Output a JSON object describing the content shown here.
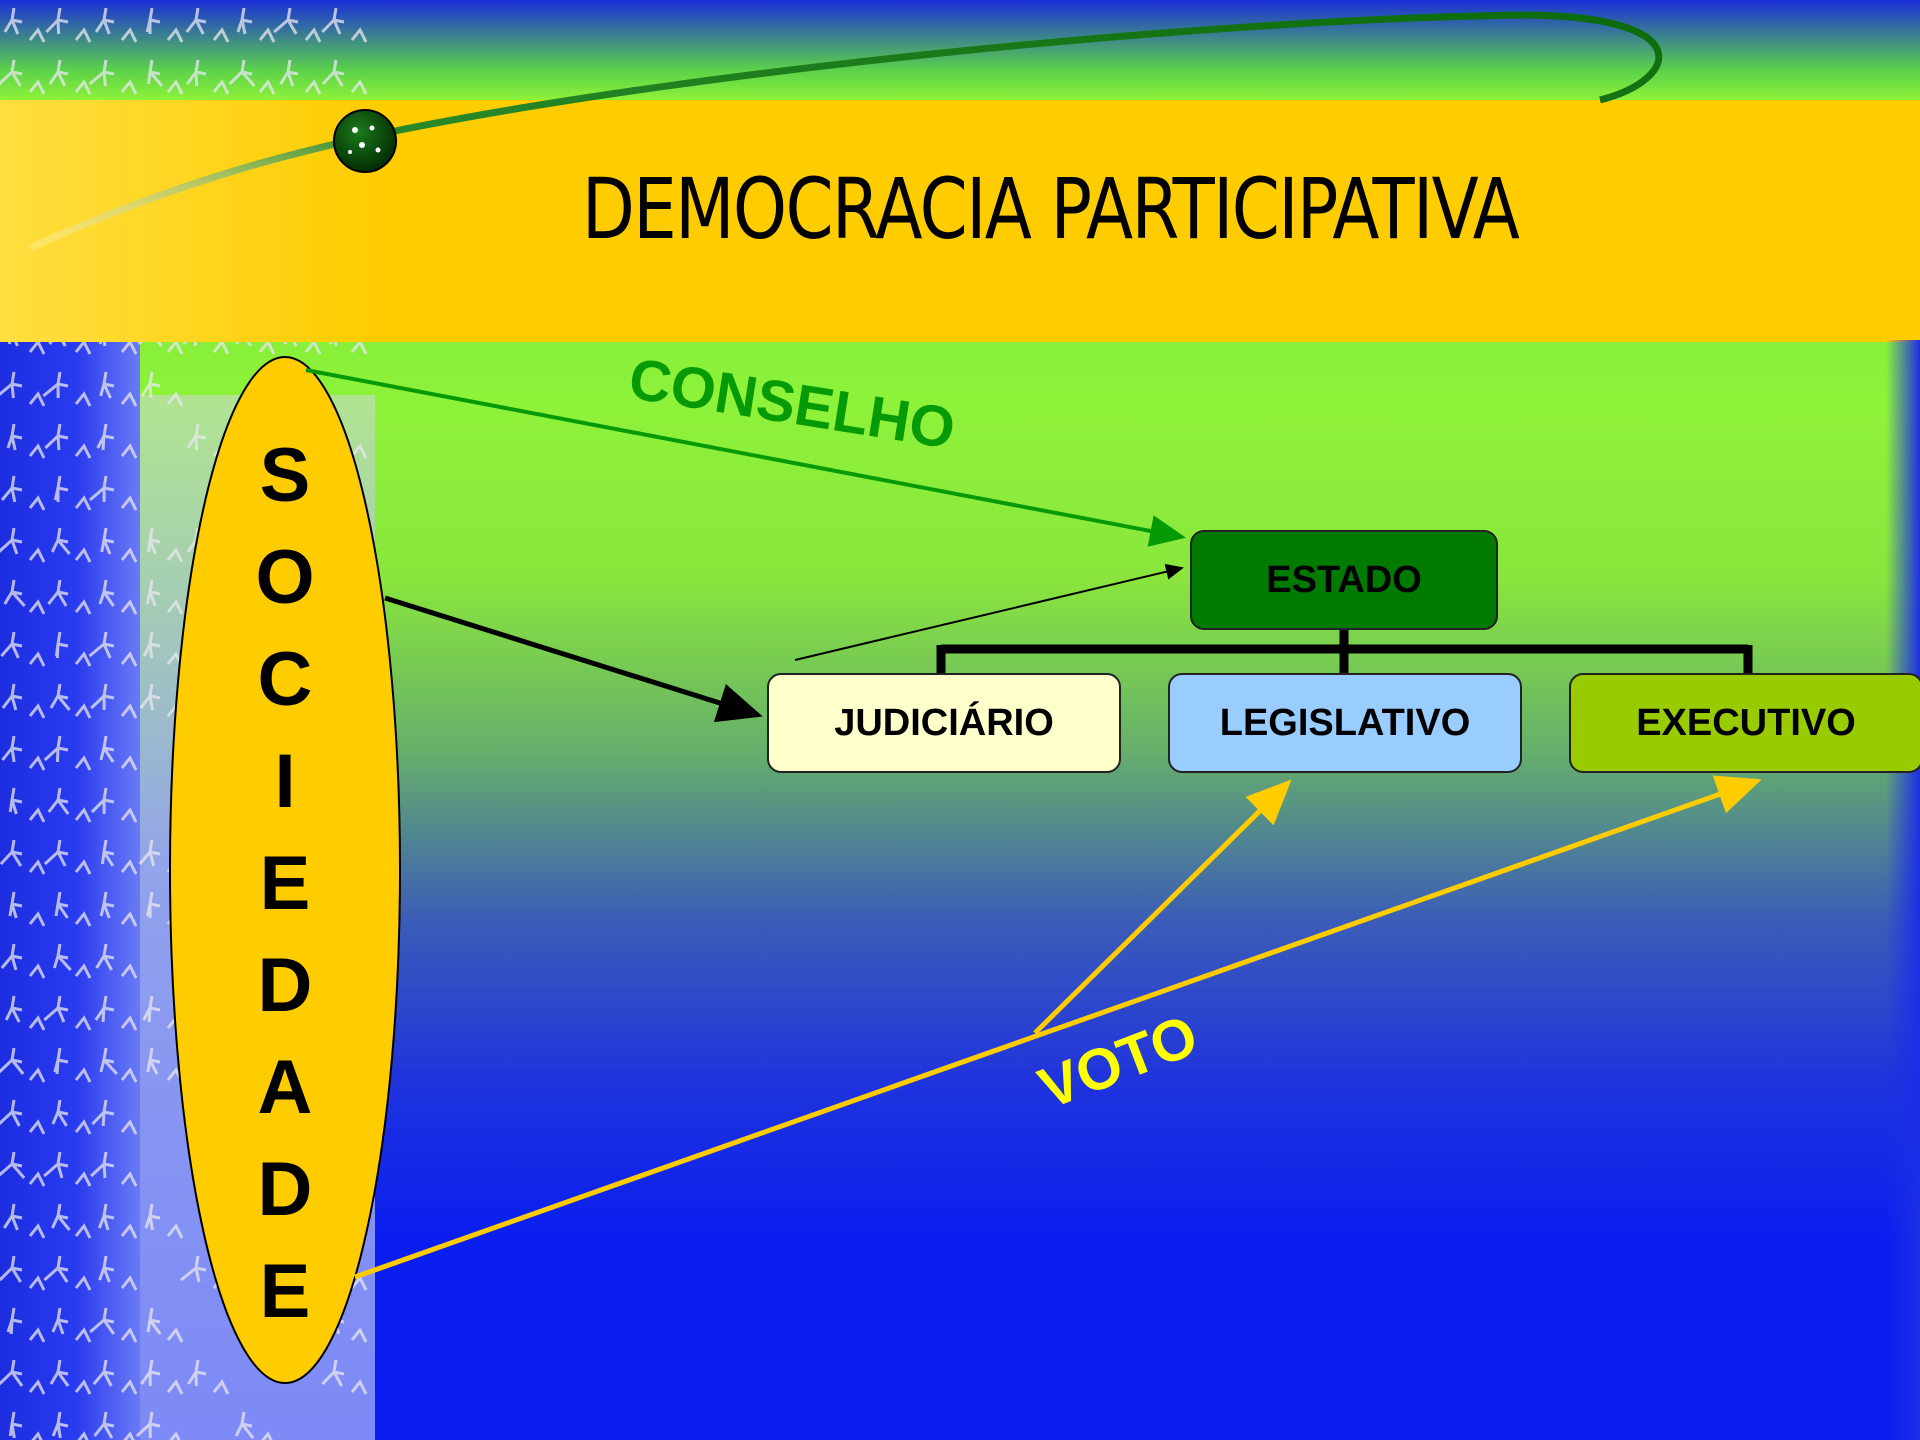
{
  "slide": {
    "title": "DEMOCRACIA PARTICIPATIVA"
  },
  "diagram": {
    "society": {
      "label": "SOCIEDADE",
      "letters": [
        "S",
        "O",
        "C",
        "I",
        "E",
        "D",
        "A",
        "D",
        "E"
      ]
    },
    "nodes": {
      "state": "ESTADO",
      "judiciary": "JUDICIÁRIO",
      "legislative": "LEGISLATIVO",
      "executive": "EXECUTIVO"
    },
    "edge_labels": {
      "council": "CONSELHO",
      "vote": "VOTO"
    }
  },
  "colors": {
    "title_band": "#ffcc00",
    "society_ellipse": "#ffcc00",
    "state_box": "#007a00",
    "judiciary_box": "#ffffcc",
    "legislative_box": "#99ccff",
    "executive_box": "#99cc00",
    "council_arrow": "#079a07",
    "vote_arrow": "#ffcc00"
  }
}
